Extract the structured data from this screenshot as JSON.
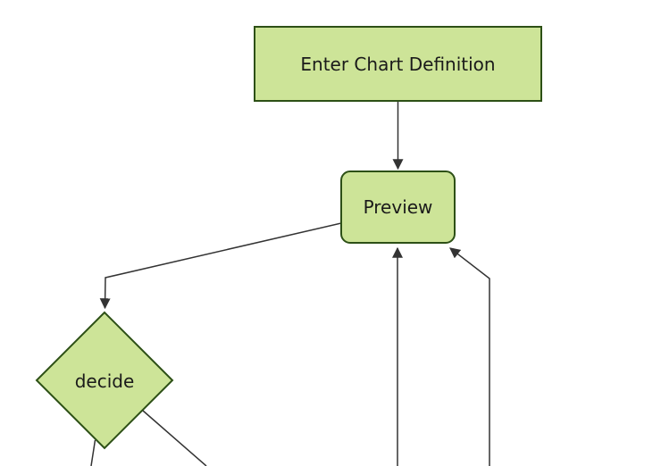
{
  "diagram": {
    "type": "flowchart-top-down",
    "background": "#ffffff",
    "colors": {
      "node_fill": "#cde498",
      "node_border": "#2d5016",
      "edge_line": "#333333",
      "arrowhead": "#333333",
      "label_text": "#1a1a1a"
    },
    "nodes": [
      {
        "id": "enter-chart-definition",
        "label": "Enter Chart Definition",
        "shape": "rectangle"
      },
      {
        "id": "preview",
        "label": "Preview",
        "shape": "rounded-rectangle"
      },
      {
        "id": "decide",
        "label": "decide",
        "shape": "diamond"
      }
    ],
    "edges": [
      {
        "from": "enter-chart-definition",
        "to": "preview",
        "arrow": true
      },
      {
        "from": "preview",
        "to": "decide",
        "arrow": true
      },
      {
        "from": "decide",
        "to": "offscreen-bottom-left",
        "arrow": false
      },
      {
        "from": "decide",
        "to": "offscreen-bottom-right",
        "arrow": false
      },
      {
        "from": "offscreen-bottom",
        "to": "preview",
        "arrow": true
      },
      {
        "from": "offscreen-bottom-right",
        "to": "preview",
        "arrow": true
      }
    ]
  }
}
